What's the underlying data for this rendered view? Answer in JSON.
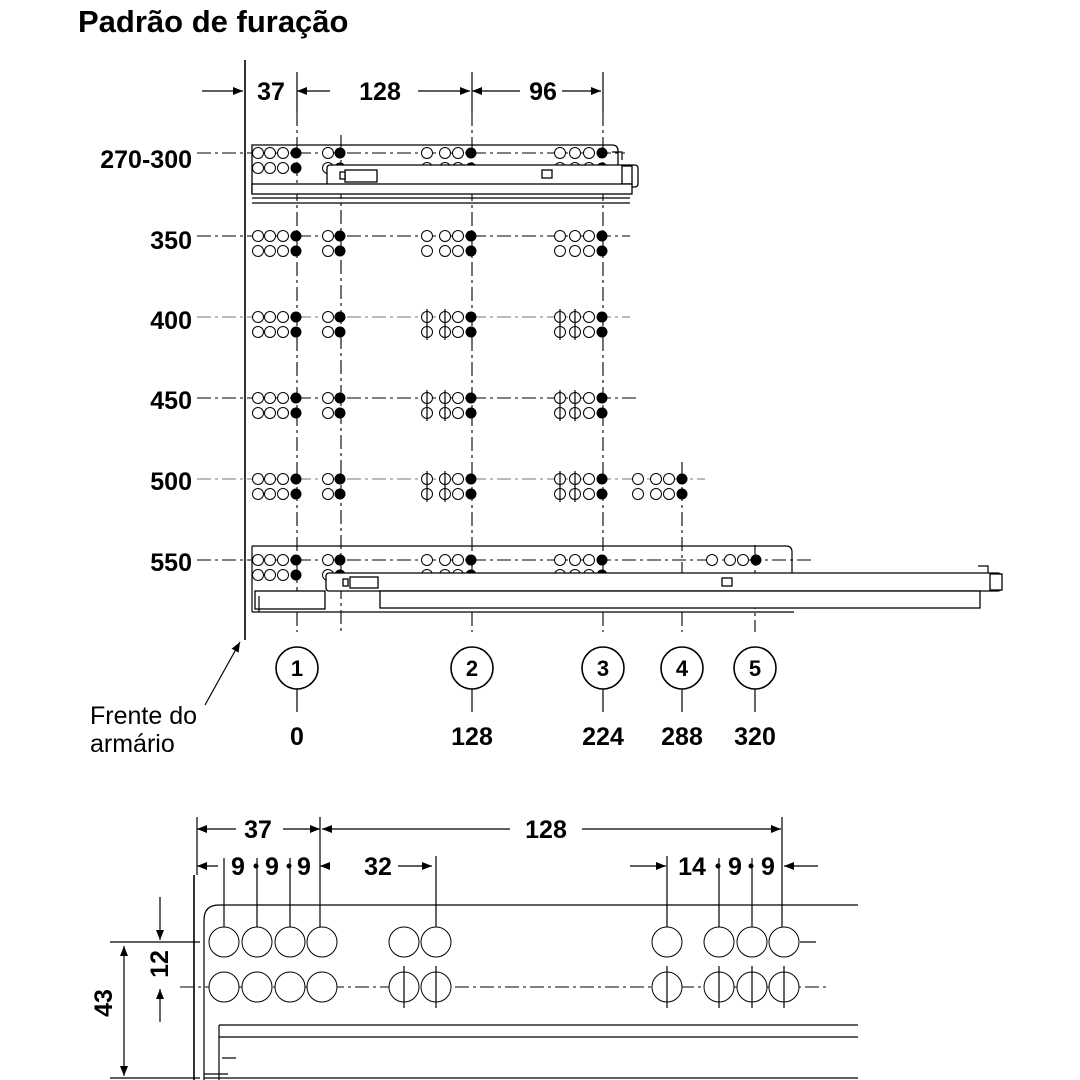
{
  "title": "Padrão de furação",
  "top_dims": [
    "37",
    "128",
    "96"
  ],
  "rows": [
    "270-300",
    "350",
    "400",
    "450",
    "500",
    "550"
  ],
  "positions": [
    {
      "number": "1",
      "value": "0"
    },
    {
      "number": "2",
      "value": "128"
    },
    {
      "number": "3",
      "value": "224"
    },
    {
      "number": "4",
      "value": "288"
    },
    {
      "number": "5",
      "value": "320"
    }
  ],
  "front_label": [
    "Frente do",
    "armário"
  ],
  "detail": {
    "dim_37": "37",
    "dim_128": "128",
    "dim_9a": "9",
    "dim_9b": "9",
    "dim_9c": "9",
    "dim_32": "32",
    "dim_14": "14",
    "dim_9d": "9",
    "dim_9e": "9",
    "dim_12": "12",
    "dim_43": "43"
  }
}
